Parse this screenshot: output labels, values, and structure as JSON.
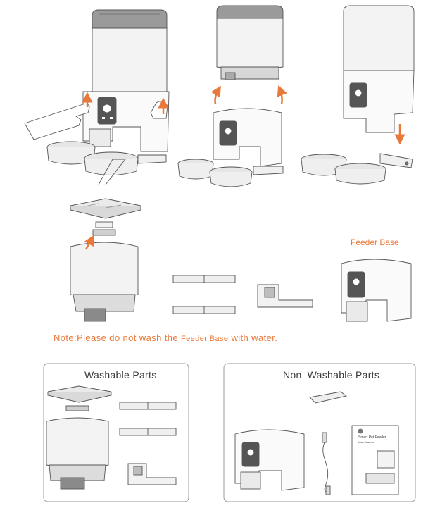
{
  "labels": {
    "feeder_base": "Feeder Base",
    "note_prefix": "Note:Please do not wash the ",
    "note_highlight": "Feeder Base",
    "note_suffix": " with water.",
    "washable_title": "Washable Parts",
    "non_washable_title": "Non–Washable Parts",
    "manual_title": "Smart Pet Feeder",
    "manual_subtitle": "User Manual"
  },
  "colors": {
    "accent": "#e8793a",
    "line": "#555555",
    "fill_light": "#f4f4f4",
    "fill_mid": "#e2e2e2",
    "fill_dark": "#8a8a8a"
  }
}
